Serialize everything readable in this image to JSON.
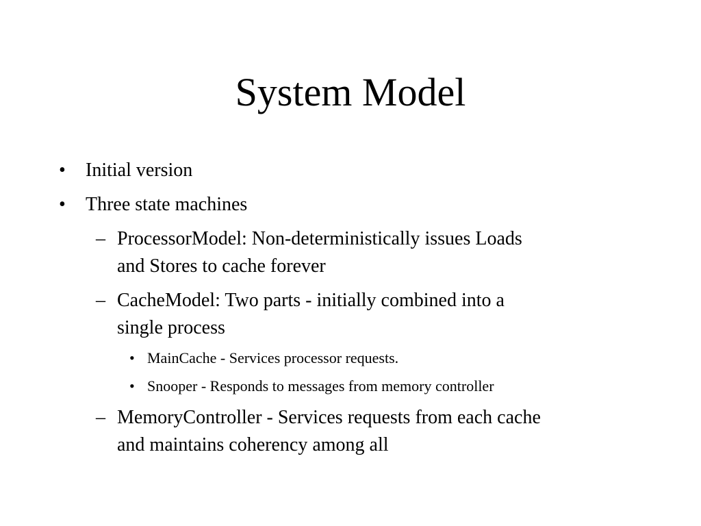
{
  "slide": {
    "title": "System Model",
    "bullets": [
      {
        "level": 1,
        "marker": "•",
        "lines": [
          "Initial version"
        ]
      },
      {
        "level": 1,
        "marker": "•",
        "lines": [
          "Three state machines"
        ]
      },
      {
        "level": 2,
        "marker": "–",
        "lines": [
          "ProcessorModel:  Non-deterministically issues Loads",
          "and Stores to cache forever"
        ]
      },
      {
        "level": 2,
        "marker": "–",
        "lines": [
          "CacheModel:  Two parts - initially combined into a",
          "single process"
        ]
      },
      {
        "level": 3,
        "marker": "•",
        "lines": [
          "MainCache - Services processor requests."
        ]
      },
      {
        "level": 3,
        "marker": "•",
        "lines": [
          "Snooper - Responds to messages from memory controller"
        ]
      },
      {
        "level": 2,
        "marker": "–",
        "lines": [
          "MemoryController - Services requests from each cache",
          "and maintains coherency among all"
        ]
      }
    ]
  }
}
